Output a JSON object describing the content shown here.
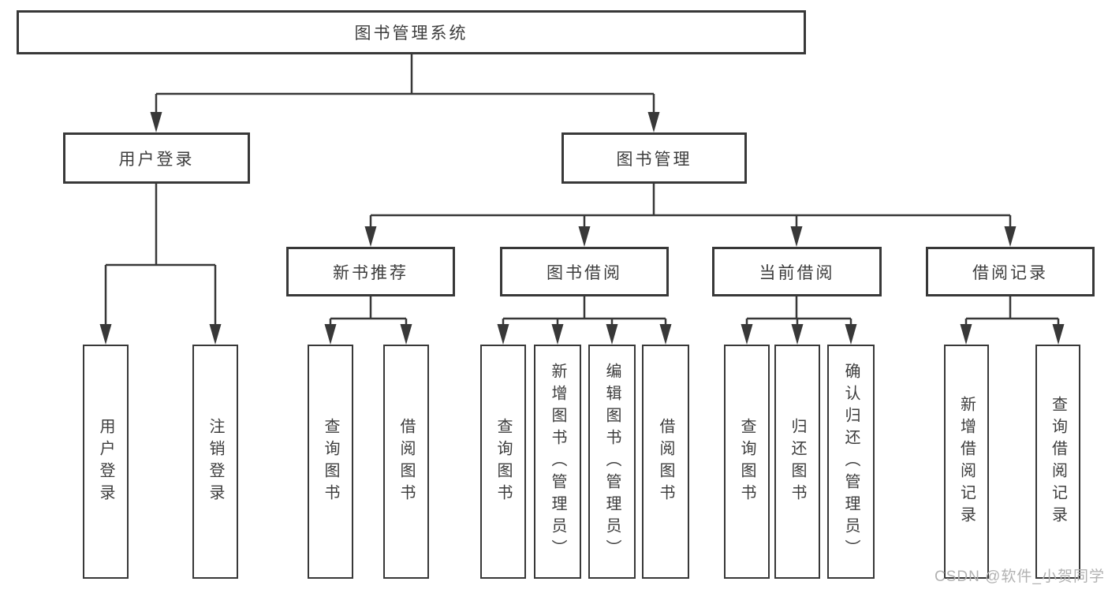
{
  "tree": {
    "root": "图书管理系统",
    "branches": [
      {
        "label": "用户登录",
        "children": [
          {
            "label": "用户登录"
          },
          {
            "label": "注销登录"
          }
        ]
      },
      {
        "label": "图书管理",
        "children": [
          {
            "label": "新书推荐",
            "children": [
              {
                "label": "查询图书"
              },
              {
                "label": "借阅图书"
              }
            ]
          },
          {
            "label": "图书借阅",
            "children": [
              {
                "label": "查询图书"
              },
              {
                "label": "新增图书（管理员）"
              },
              {
                "label": "编辑图书（管理员）"
              },
              {
                "label": "借阅图书"
              }
            ]
          },
          {
            "label": "当前借阅",
            "children": [
              {
                "label": "查询图书"
              },
              {
                "label": "归还图书"
              },
              {
                "label": "确认归还（管理员）"
              }
            ]
          },
          {
            "label": "借阅记录",
            "children": [
              {
                "label": "新增借阅记录"
              },
              {
                "label": "查询借阅记录"
              }
            ]
          }
        ]
      }
    ]
  },
  "watermark": "CSDN @软件_小贺同学",
  "colors": {
    "line": "#383838",
    "box_border": "#383838",
    "text": "#3d3d3d",
    "watermark": "#b2b2b2",
    "background": "#ffffff"
  }
}
